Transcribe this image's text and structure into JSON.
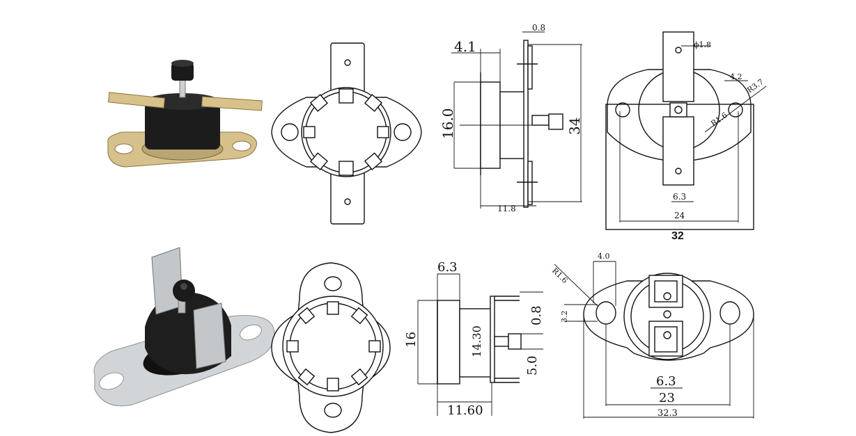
{
  "top_row": {
    "side_view": {
      "dim_flange": "4.1",
      "dim_top": "0.8",
      "dim_body_dia": "16.0",
      "dim_height": "34",
      "dim_depth": "11.8"
    },
    "back_view": {
      "dim_hole": "ϕ1.8",
      "dim_tab_gap": "4.2",
      "dim_r_outer": "R3.7",
      "dim_r_inner": "R1.6",
      "dim_tab_width": "6.3",
      "dim_hole_spacing": "24",
      "dim_overall": "32"
    }
  },
  "bottom_row": {
    "side_view": {
      "dim_flange": "6.3",
      "dim_body_dia": "16",
      "dim_inner_dia": "14.30",
      "dim_top": "0.8",
      "dim_button": "5.0",
      "dim_depth": "11.60"
    },
    "back_view": {
      "dim_radius": "R1.6",
      "dim_edge": "4.0",
      "dim_hole_offset": "3.2",
      "dim_tab_width": "6.3",
      "dim_hole_spacing": "23",
      "dim_overall": "32.3"
    }
  },
  "colors": {
    "line": "#111111",
    "brass": "#c9b07a",
    "steel": "#c8ccd0",
    "bakelite": "#1c1c1c"
  }
}
